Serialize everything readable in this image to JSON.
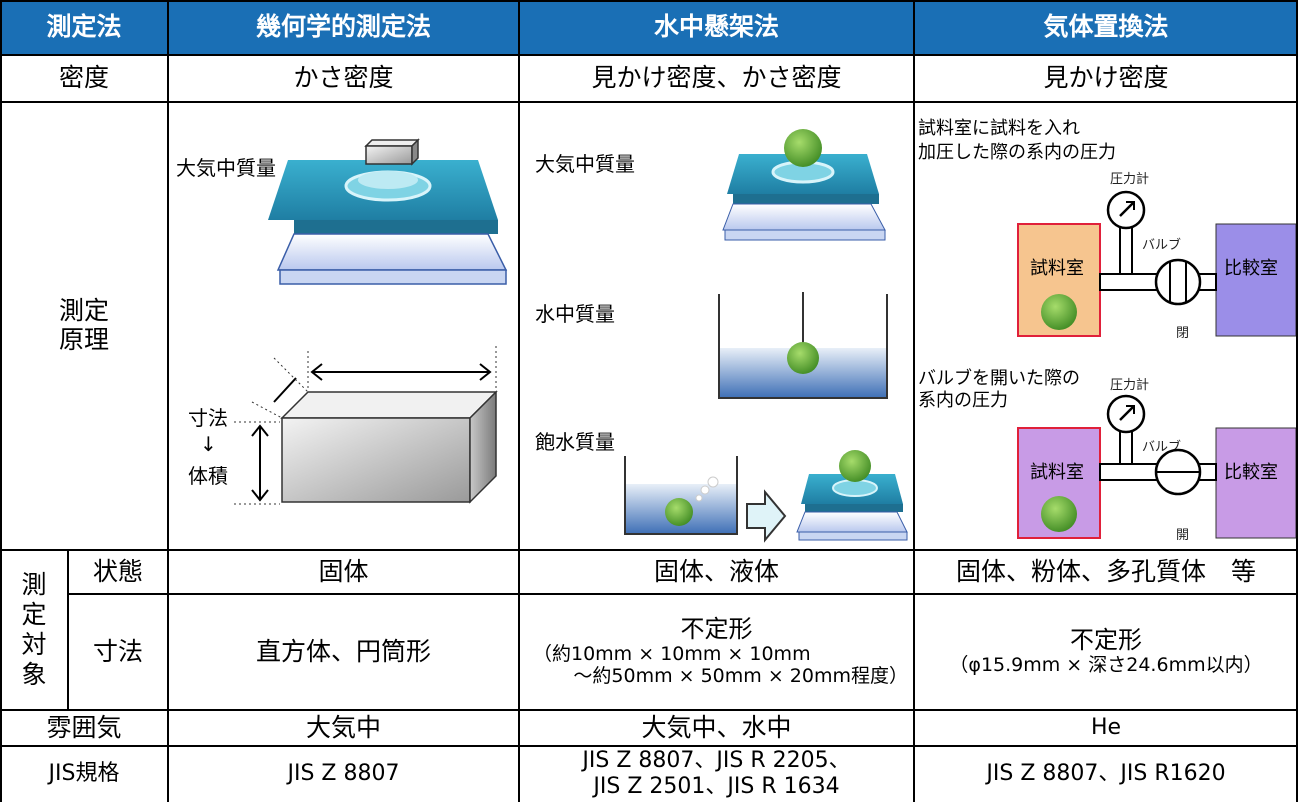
{
  "header": {
    "method": "測定法",
    "geometric": "幾何学的測定法",
    "underwater": "水中懸架法",
    "gas": "気体置換法"
  },
  "density_row": {
    "label": "密度",
    "geometric": "かさ密度",
    "underwater": "見かけ密度、かさ密度",
    "gas": "見かけ密度"
  },
  "principle_row": {
    "label_line1": "測定",
    "label_line2": "原理",
    "geometric": {
      "mass_in_air": "大気中質量",
      "dimension": "寸法",
      "arrow": "↓",
      "volume": "体積"
    },
    "underwater": {
      "mass_in_air": "大気中質量",
      "mass_in_water": "水中質量",
      "saturated_mass": "飽水質量"
    },
    "gas": {
      "desc1_line1": "試料室に試料を入れ",
      "desc1_line2": "加圧した際の系内の圧力",
      "gauge1": "圧力計",
      "valve1": "バルブ",
      "sample_chamber1": "試料室",
      "compare_chamber1": "比較室",
      "closed": "閉",
      "desc2_line1": "バルブを開いた際の",
      "desc2_line2": "系内の圧力",
      "gauge2": "圧力計",
      "valve2": "バルブ",
      "sample_chamber2": "試料室",
      "compare_chamber2": "比較室",
      "open": "開"
    }
  },
  "target_group": {
    "label_chars": [
      "測",
      "定",
      "対",
      "象"
    ],
    "state": {
      "label": "状態",
      "geometric": "固体",
      "underwater": "固体、液体",
      "gas": "固体、粉体、多孔質体　等"
    },
    "size": {
      "label": "寸法",
      "geometric": "直方体、円筒形",
      "underwater_line1": "不定形",
      "underwater_line2": "（約10mm × 10mm × 10mm",
      "underwater_line3": "～約50mm × 50mm × 20mm程度）",
      "gas_line1": "不定形",
      "gas_line2": "（φ15.9mm × 深さ24.6mm以内）"
    }
  },
  "atmosphere_row": {
    "label": "雰囲気",
    "geometric": "大気中",
    "underwater": "大気中、水中",
    "gas": "He"
  },
  "jis_row": {
    "label": "JIS規格",
    "geometric": "JIS Z 8807",
    "underwater_line1": "JIS Z 8807、JIS R 2205、",
    "underwater_line2": "JIS Z 2501、JIS R 1634",
    "gas": "JIS Z 8807、JIS R1620"
  },
  "colors": {
    "header_bg": "#1a6fb5",
    "header_text": "#ffffff",
    "sample_chamber_closed": "#f6c58f",
    "compare_chamber": "#9b8ee8",
    "sample_chamber_open": "#c89be6",
    "chamber_border": "#e0203a",
    "sample_ball": "#6fb83a",
    "balance_top": "#2e9ec0",
    "water": "#5d86c0"
  }
}
